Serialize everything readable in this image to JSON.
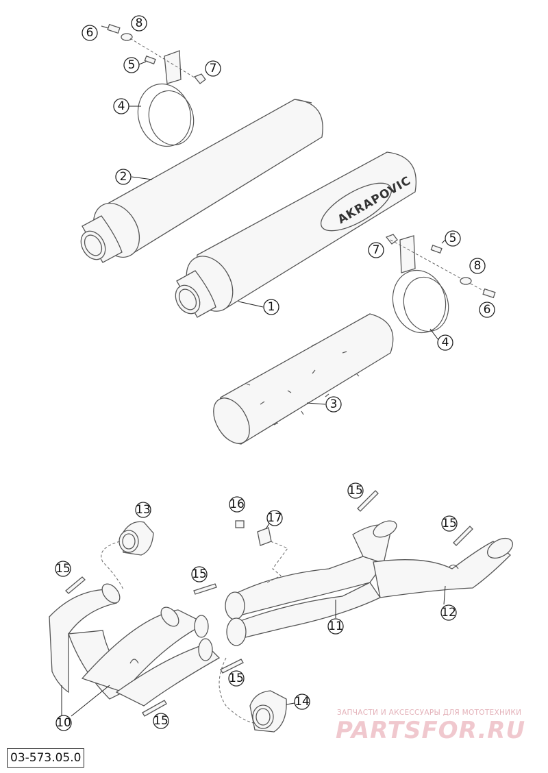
{
  "diagram": {
    "part_code": "03-573.05.0",
    "brand_logo_text": "AKRAPOVIC",
    "callouts": {
      "muffler_right": "1",
      "muffler_left": "2",
      "damping_insert": "3",
      "clamp": "4",
      "screw": "5",
      "bolt": "6",
      "nut": "7",
      "washer": "8",
      "header_front": "10",
      "collector": "11",
      "link_pipe": "12",
      "flange_front": "13",
      "flange_rear": "14",
      "spring": "15",
      "clamp_screw": "16",
      "clamp_bracket": "17"
    }
  },
  "watermark": {
    "subtitle": "ЗАПЧАСТИ И АКСЕССУАРЫ ДЛЯ МОТОТЕХНИКИ",
    "brand": "PARTSFOR.RU"
  }
}
